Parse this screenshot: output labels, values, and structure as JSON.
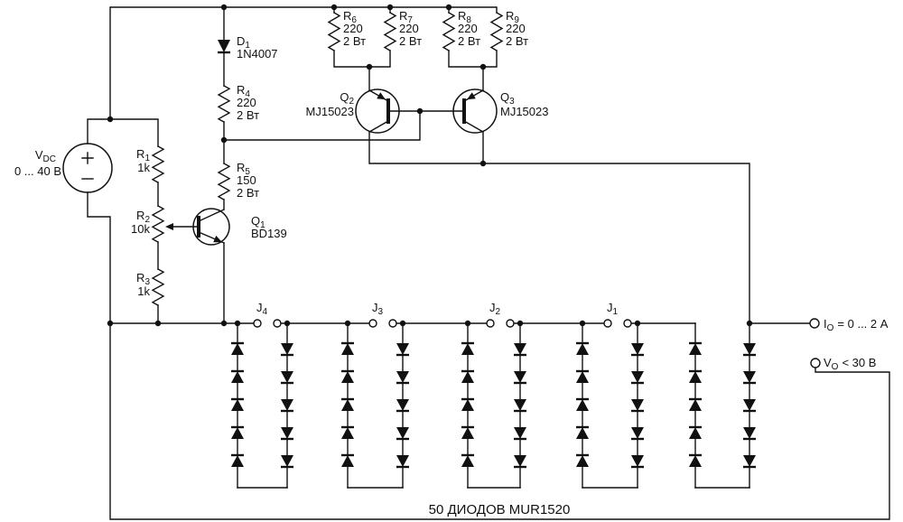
{
  "source": {
    "name": "V",
    "name_sub": "DC",
    "range": "0 ... 40 В"
  },
  "r1": {
    "name": "R",
    "name_sub": "1",
    "value": "1k"
  },
  "r2": {
    "name": "R",
    "name_sub": "2",
    "value": "10k"
  },
  "r3": {
    "name": "R",
    "name_sub": "3",
    "value": "1k"
  },
  "r4": {
    "name": "R",
    "name_sub": "4",
    "value": "220",
    "power": "2 Вт"
  },
  "r5": {
    "name": "R",
    "name_sub": "5",
    "value": "150",
    "power": "2 Вт"
  },
  "r6": {
    "name": "R",
    "name_sub": "6",
    "value": "220",
    "power": "2 Вт"
  },
  "r7": {
    "name": "R",
    "name_sub": "7",
    "value": "220",
    "power": "2 Вт"
  },
  "r8": {
    "name": "R",
    "name_sub": "8",
    "value": "220",
    "power": "2 Вт"
  },
  "r9": {
    "name": "R",
    "name_sub": "9",
    "value": "220",
    "power": "2 Вт"
  },
  "d1": {
    "name": "D",
    "name_sub": "1",
    "value": "1N4007"
  },
  "q1": {
    "name": "Q",
    "name_sub": "1",
    "value": "BD139"
  },
  "q2": {
    "name": "Q",
    "name_sub": "2",
    "value": "MJ15023"
  },
  "q3": {
    "name": "Q",
    "name_sub": "3",
    "value": "MJ15023"
  },
  "j1": {
    "name": "J",
    "name_sub": "1"
  },
  "j2": {
    "name": "J",
    "name_sub": "2"
  },
  "j3": {
    "name": "J",
    "name_sub": "3"
  },
  "j4": {
    "name": "J",
    "name_sub": "4"
  },
  "io": {
    "name": "I",
    "name_sub": "O",
    "rest": "= 0 ... 2 А"
  },
  "vo": {
    "name": "V",
    "name_sub": "O",
    "rest": "< 30 В"
  },
  "note": "50 ДИОДОВ MUR1520",
  "colors": {
    "wire": "#111111",
    "background": "#ffffff"
  }
}
